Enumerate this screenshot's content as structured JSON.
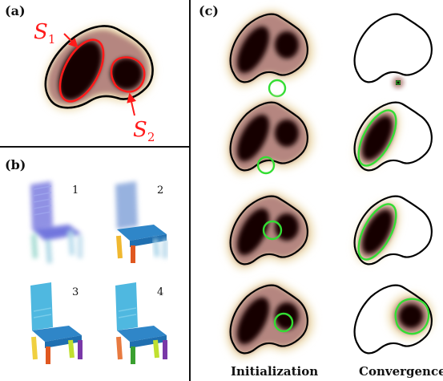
{
  "panels": {
    "a": {
      "label": "(a)",
      "region_labels": [
        "S",
        "S"
      ],
      "region_subscripts": [
        "1",
        "2"
      ]
    },
    "b": {
      "label": "(b)",
      "chair_numbers": [
        "1",
        "2",
        "3",
        "4"
      ]
    },
    "c": {
      "label": "(c)",
      "col_captions": [
        "Initialization",
        "Convergence"
      ]
    }
  },
  "colors": {
    "contour": "#000000",
    "annotation_red": "#ff1a1a",
    "init_circle_green": "#33dd33",
    "heat_core": "#1a0508",
    "heat_mid": "#6e3a3e",
    "heat_outer": "#c59a92",
    "heat_glow": "#f2e3b8"
  }
}
